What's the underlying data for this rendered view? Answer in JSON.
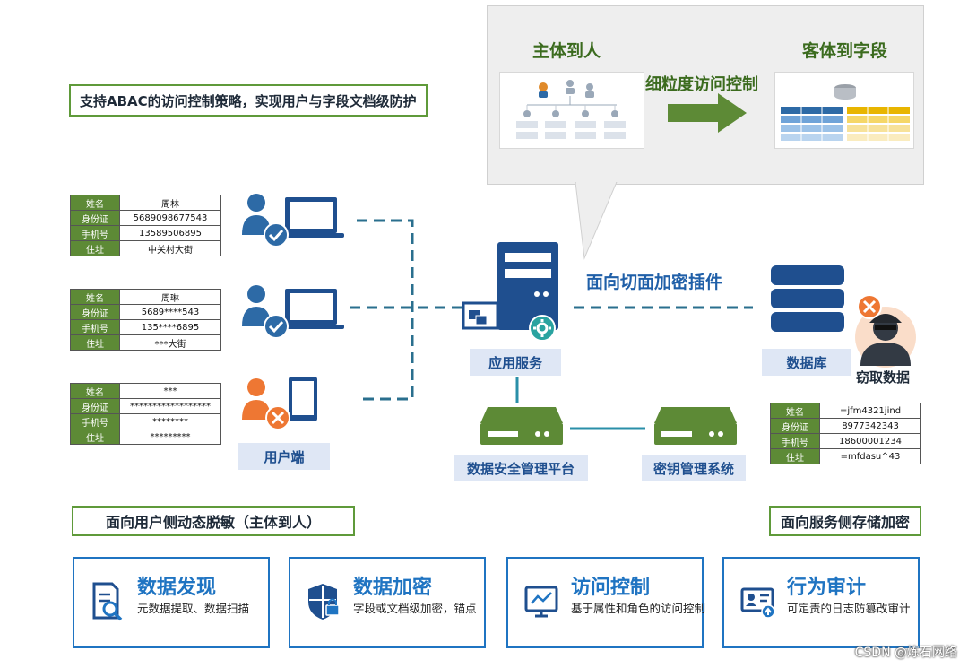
{
  "callout": {
    "left_title": "主体到人",
    "right_title": "客体到字段",
    "arrow_label": "细粒度访问控制"
  },
  "abac_heading": "支持ABAC的访问控制策略，实现用户与字段文档级防护",
  "tables": [
    {
      "rows": [
        [
          "姓名",
          "周林"
        ],
        [
          "身份证",
          "5689098677543"
        ],
        [
          "手机号",
          "13589506895"
        ],
        [
          "住址",
          "中关村大街"
        ]
      ]
    },
    {
      "rows": [
        [
          "姓名",
          "周琳"
        ],
        [
          "身份证",
          "5689****543"
        ],
        [
          "手机号",
          "135****6895"
        ],
        [
          "住址",
          "***大街"
        ]
      ]
    },
    {
      "rows": [
        [
          "姓名",
          "***"
        ],
        [
          "身份证",
          "******************"
        ],
        [
          "手机号",
          "********"
        ],
        [
          "住址",
          "*********"
        ]
      ]
    }
  ],
  "db_table": {
    "rows": [
      [
        "姓名",
        "=jfm4321jind"
      ],
      [
        "身份证",
        "8977342343"
      ],
      [
        "手机号",
        "18600001234"
      ],
      [
        "住址",
        "=mfdasu^43"
      ]
    ]
  },
  "labels": {
    "client": "用户端",
    "app_service": "应用服务",
    "aspect_plugin": "面向切面加密插件",
    "database": "数据库",
    "steal": "窃取数据",
    "dsm_platform": "数据安全管理平台",
    "kms": "密钥管理系统"
  },
  "headings": {
    "user_side": "面向用户侧动态脱敏（主体到人）",
    "service_side": "面向服务侧存储加密"
  },
  "features": [
    {
      "title": "数据发现",
      "desc": "元数据提取、数据扫描",
      "icon": "document-search-icon"
    },
    {
      "title": "数据加密",
      "desc": "字段或文档级加密，锚点",
      "icon": "shield-lock-icon"
    },
    {
      "title": "访问控制",
      "desc": "基于属性和角色的访问控制",
      "icon": "monitor-chart-icon"
    },
    {
      "title": "行为审计",
      "desc": "可定责的日志防篡改审计",
      "icon": "id-card-upload-icon"
    }
  ],
  "watermark": "CSDN @炼石网络",
  "colors": {
    "green": "#5d8a36",
    "blue": "#1f4f8f",
    "accent_blue": "#1f74c2",
    "orange": "#ee7733",
    "teal": "#2a6f8e"
  }
}
